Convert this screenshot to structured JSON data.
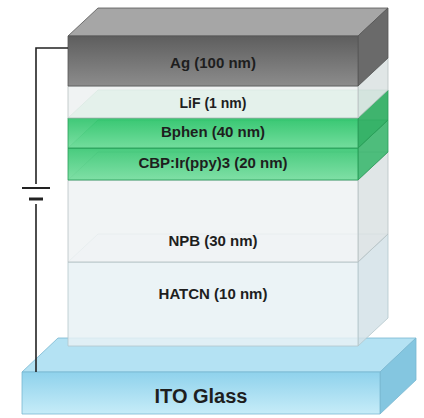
{
  "diagram": {
    "nodes": [
      {
        "text": [
          "Ag (100 nm)"
        ]
      },
      {
        "text": [
          "LiF (1 nm)"
        ]
      },
      {
        "text": [
          "Bphen (40 nm)"
        ]
      },
      {
        "text": [
          "CBP:Ir(ppy)3 (20 nm)"
        ]
      },
      {
        "text": [
          "NPB (30 nm)"
        ]
      },
      {
        "text": [
          "HATCN (10 nm)"
        ]
      },
      {
        "text": [
          "ITO Glass"
        ]
      }
    ],
    "edges": [
      {
        "from": 0,
        "to": 6,
        "arrow": "none"
      }
    ]
  }
}
